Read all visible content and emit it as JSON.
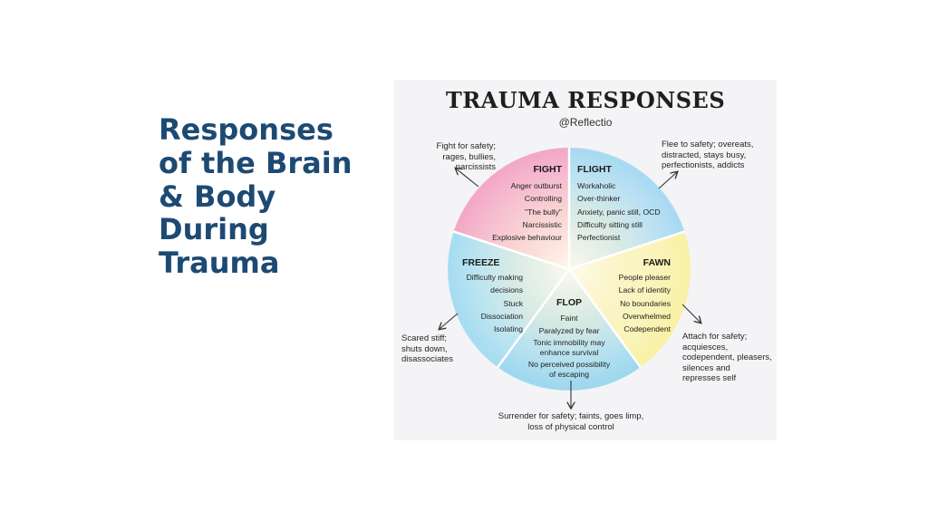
{
  "slide": {
    "title_lines": [
      "Responses",
      "of the Brain",
      "& Body",
      "During",
      "Trauma"
    ]
  },
  "infographic": {
    "title": "TRAUMA RESPONSES",
    "handle": "@Reflectio",
    "responses": {
      "fight": {
        "label": "FIGHT",
        "items": [
          "Anger outburst",
          "Controlling",
          "\"The bully\"",
          "Narcissistic",
          "Explosive behaviour"
        ],
        "note": [
          "Fight for safety;",
          "rages, bullies,",
          "narcissists"
        ]
      },
      "flight": {
        "label": "FLIGHT",
        "items": [
          "Workaholic",
          "Over-thinker",
          "Anxiety, panic still, OCD",
          "Difficulty sitting still",
          "Perfectionist"
        ],
        "note": [
          "Flee to safety; overeats,",
          "distracted, stays busy,",
          "perfectionists, addicts"
        ]
      },
      "fawn": {
        "label": "FAWN",
        "items": [
          "People pleaser",
          "Lack of identity",
          "No boundaries",
          "Overwhelmed",
          "Codependent"
        ],
        "note": [
          "Attach for safety;",
          "acquiesces,",
          "codependent, pleasers,",
          "silences and",
          "represses self"
        ]
      },
      "flop": {
        "label": "FLOP",
        "items": [
          "Faint",
          "Paralyzed by fear",
          "Tonic immobility may",
          "enhance survival",
          "No perceived possibility",
          "of escaping"
        ],
        "note": [
          "Surrender for safety; faints, goes limp,",
          "loss of physical control"
        ]
      },
      "freeze": {
        "label": "FREEZE",
        "items": [
          "Difficulty making",
          "decisions",
          "Stuck",
          "Dissociation",
          "Isolating"
        ],
        "note": [
          "Scared stiff;",
          "shuts down,",
          "disassociates"
        ]
      }
    },
    "colors": {
      "fight": "#f3a9c6",
      "flight": "#a9daf2",
      "fawn": "#f8f1a6",
      "flop": "#9fd8ee",
      "freeze": "#a7ddf0",
      "center": "#fdf3d8",
      "title_text": "#1d4a73"
    }
  }
}
